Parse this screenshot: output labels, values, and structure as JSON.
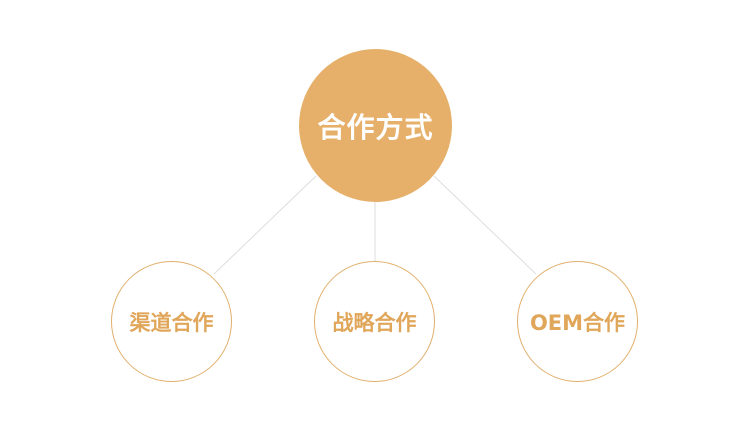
{
  "diagram": {
    "center": {
      "label": "合作方式"
    },
    "children": [
      {
        "label": "渠道合作"
      },
      {
        "label": "战略合作"
      },
      {
        "label": "OEM合作"
      }
    ]
  },
  "colors": {
    "center_fill": "#e6b06b",
    "child_border": "#e2b06e",
    "child_text": "#e0a65a",
    "connector": "#dddddd",
    "background": "#ffffff"
  }
}
